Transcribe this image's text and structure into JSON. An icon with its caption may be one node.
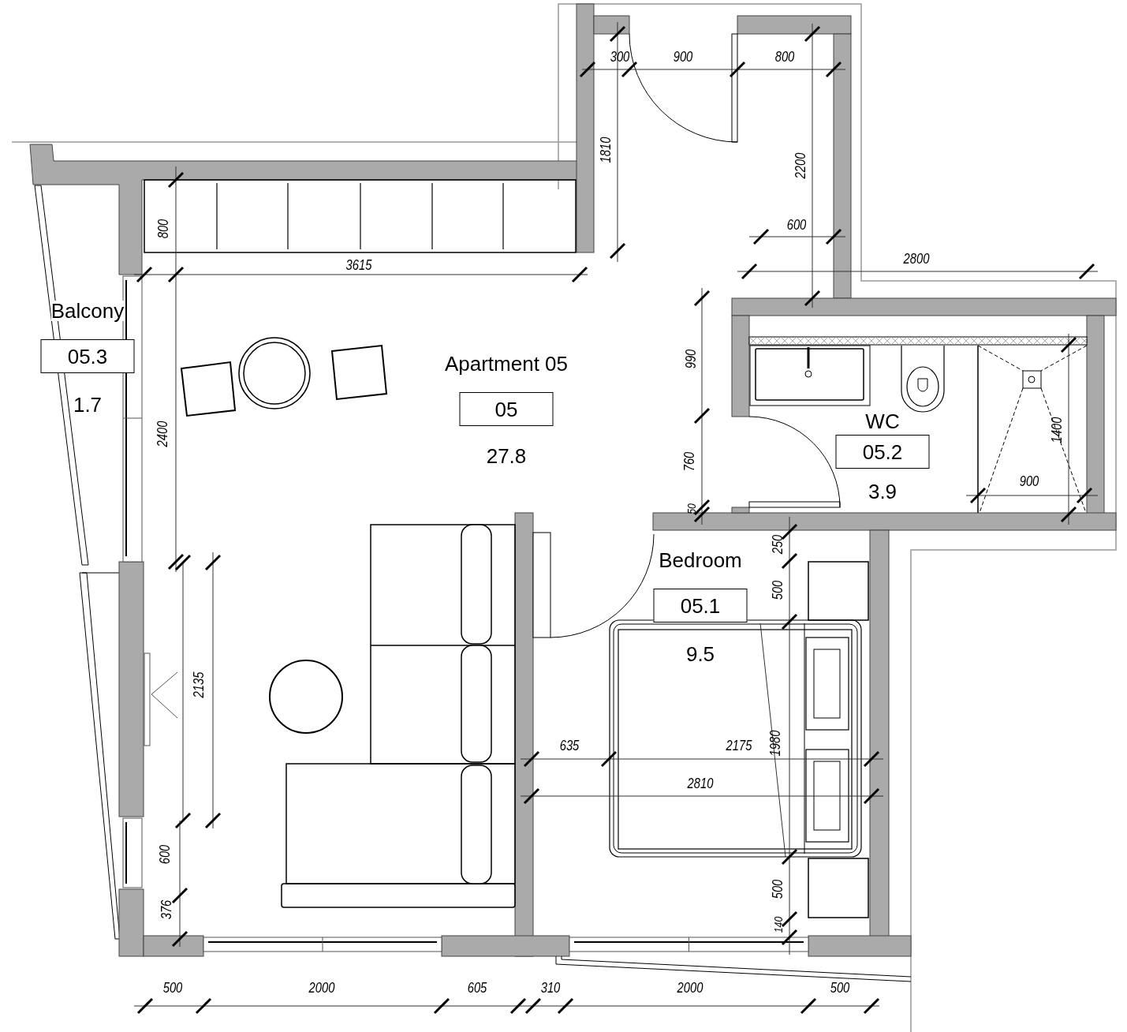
{
  "diagram": {
    "nodes": [
      {
        "text": [
          "Balcony",
          "05.3",
          "1.7"
        ]
      },
      {
        "text": [
          "Apartment 05",
          "05",
          "27.8"
        ]
      },
      {
        "text": [
          "WC",
          "05.2",
          "3.9"
        ]
      },
      {
        "text": [
          "Bedroom",
          "05.1",
          "9.5"
        ]
      }
    ],
    "labels": [
      "300",
      "900",
      "800",
      "1810",
      "2200",
      "800",
      "600",
      "2800",
      "3615",
      "990",
      "2400",
      "1400",
      "760",
      "900",
      "50",
      "250",
      "500",
      "2135",
      "635",
      "2175",
      "1980",
      "2810",
      "600",
      "500",
      "376",
      "140",
      "500",
      "2000",
      "605",
      "310",
      "2000",
      "500"
    ]
  }
}
